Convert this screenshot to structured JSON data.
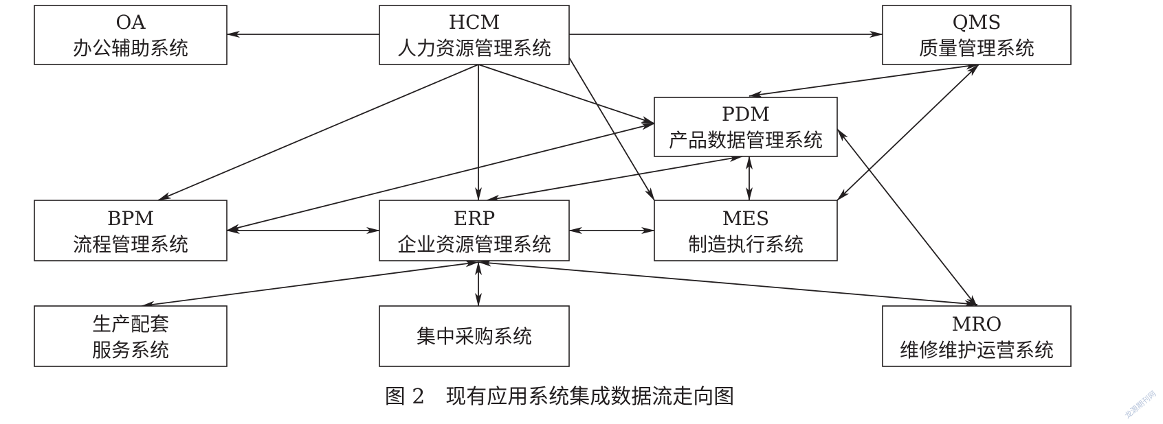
{
  "colors": {
    "stroke": "#231f20",
    "background": "#ffffff",
    "watermark": "#b9c6dc"
  },
  "nodes": {
    "oa": {
      "line1": "OA",
      "line2": "办公辅助系统"
    },
    "hcm": {
      "line1": "HCM",
      "line2": "人力资源管理系统"
    },
    "qms": {
      "line1": "QMS",
      "line2": "质量管理系统"
    },
    "pdm": {
      "line1": "PDM",
      "line2": "产品数据管理系统"
    },
    "bpm": {
      "line1": "BPM",
      "line2": "流程管理系统"
    },
    "erp": {
      "line1": "ERP",
      "line2": "企业资源管理系统"
    },
    "mes": {
      "line1": "MES",
      "line2": "制造执行系统"
    },
    "psss": {
      "line1": "生产配套",
      "line2": "服务系统"
    },
    "cps": {
      "line1": "集中采购系统"
    },
    "mro": {
      "line1": "MRO",
      "line2": "维修维护运营系统"
    }
  },
  "edges": [
    {
      "from": "hcm",
      "to": "oa",
      "direction": "forward"
    },
    {
      "from": "hcm",
      "to": "qms",
      "direction": "forward"
    },
    {
      "from": "hcm",
      "to": "bpm",
      "direction": "forward"
    },
    {
      "from": "hcm",
      "to": "erp",
      "direction": "forward"
    },
    {
      "from": "hcm",
      "to": "pdm",
      "direction": "forward"
    },
    {
      "from": "hcm",
      "to": "mes",
      "direction": "forward"
    },
    {
      "from": "pdm",
      "to": "qms",
      "direction": "both"
    },
    {
      "from": "pdm",
      "to": "bpm",
      "direction": "both"
    },
    {
      "from": "pdm",
      "to": "erp",
      "direction": "both"
    },
    {
      "from": "pdm",
      "to": "mes",
      "direction": "both"
    },
    {
      "from": "pdm",
      "to": "mro",
      "direction": "both"
    },
    {
      "from": "qms",
      "to": "mes",
      "direction": "both"
    },
    {
      "from": "bpm",
      "to": "erp",
      "direction": "both"
    },
    {
      "from": "erp",
      "to": "mes",
      "direction": "both"
    },
    {
      "from": "erp",
      "to": "psss",
      "direction": "both"
    },
    {
      "from": "erp",
      "to": "cps",
      "direction": "both"
    },
    {
      "from": "erp",
      "to": "mro",
      "direction": "both"
    }
  ],
  "caption": "图 2　现有应用系统集成数据流走向图",
  "watermark": "龙源期刊网"
}
